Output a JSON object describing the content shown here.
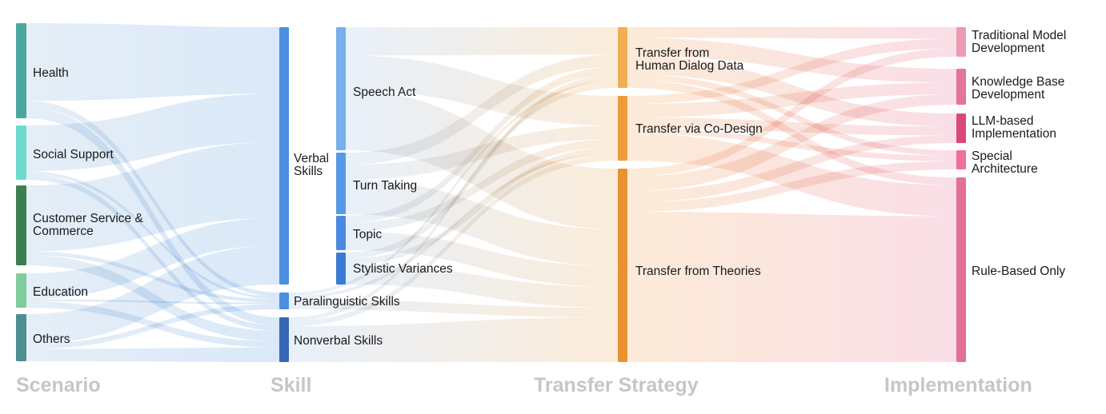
{
  "columns": [
    {
      "id": "scenario",
      "title": "Scenario"
    },
    {
      "id": "skill",
      "title": "Skill"
    },
    {
      "id": "transfer",
      "title": "Transfer Strategy"
    },
    {
      "id": "implementation",
      "title": "Implementation"
    }
  ],
  "nodes": {
    "health": {
      "lines": [
        "Health"
      ],
      "color": "#4aa8a0"
    },
    "social": {
      "lines": [
        "Social Support"
      ],
      "color": "#6ddbcc"
    },
    "customer": {
      "lines": [
        "Customer Service &",
        "Commerce"
      ],
      "color": "#3d7f4e"
    },
    "education": {
      "lines": [
        "Education"
      ],
      "color": "#7fcc9c"
    },
    "others": {
      "lines": [
        "Others"
      ],
      "color": "#4e8f91"
    },
    "verbal": {
      "lines": [
        "Verbal",
        "Skills"
      ],
      "color": "#4a8fe0"
    },
    "speech": {
      "lines": [
        "Speech Act"
      ],
      "color": "#77b0ea"
    },
    "turn": {
      "lines": [
        "Turn Taking"
      ],
      "color": "#5899e2"
    },
    "topic": {
      "lines": [
        "Topic"
      ],
      "color": "#4a8ae0"
    },
    "stylistic": {
      "lines": [
        "Stylistic Variances"
      ],
      "color": "#3c7bd2"
    },
    "para": {
      "lines": [
        "Paralinguistic Skills"
      ],
      "color": "#4a8fe0"
    },
    "nonverbal": {
      "lines": [
        "Nonverbal Skills"
      ],
      "color": "#3567b7"
    },
    "human": {
      "lines": [
        "Transfer from",
        "Human Dialog Data"
      ],
      "color": "#f2ae52"
    },
    "codesign": {
      "lines": [
        "Transfer via Co-Design"
      ],
      "color": "#ef9b3a"
    },
    "theories": {
      "lines": [
        "Transfer from Theories"
      ],
      "color": "#ea9232"
    },
    "traditional": {
      "lines": [
        "Traditional Model",
        "Development"
      ],
      "color": "#ec9bb2"
    },
    "kb": {
      "lines": [
        "Knowledge Base",
        "Development"
      ],
      "color": "#e27598"
    },
    "llm": {
      "lines": [
        "LLM-based",
        "Implementation"
      ],
      "color": "#d94878"
    },
    "special": {
      "lines": [
        "Special",
        "Architecture"
      ],
      "color": "#ef6f96"
    },
    "rule": {
      "lines": [
        "Rule-Based Only"
      ],
      "color": "#e2709a"
    }
  },
  "links": [
    [
      "health",
      "verbal",
      58
    ],
    [
      "health",
      "para",
      5
    ],
    [
      "health",
      "nonverbal",
      8
    ],
    [
      "social",
      "verbal",
      42
    ],
    [
      "social",
      "para",
      3
    ],
    [
      "social",
      "nonverbal",
      5
    ],
    [
      "customer",
      "verbal",
      66
    ],
    [
      "customer",
      "para",
      4
    ],
    [
      "customer",
      "nonverbal",
      10
    ],
    [
      "education",
      "verbal",
      24
    ],
    [
      "education",
      "para",
      2
    ],
    [
      "education",
      "nonverbal",
      6
    ],
    [
      "others",
      "verbal",
      34
    ],
    [
      "others",
      "para",
      6
    ],
    [
      "others",
      "nonverbal",
      14
    ],
    [
      "speech",
      "human",
      18
    ],
    [
      "speech",
      "codesign",
      22
    ],
    [
      "speech",
      "theories",
      38
    ],
    [
      "turn",
      "human",
      8
    ],
    [
      "turn",
      "codesign",
      10
    ],
    [
      "turn",
      "theories",
      23
    ],
    [
      "topic",
      "human",
      5
    ],
    [
      "topic",
      "codesign",
      6
    ],
    [
      "topic",
      "theories",
      13
    ],
    [
      "stylistic",
      "human",
      4
    ],
    [
      "stylistic",
      "codesign",
      4
    ],
    [
      "stylistic",
      "theories",
      13
    ],
    [
      "para",
      "human",
      2
    ],
    [
      "para",
      "codesign",
      2
    ],
    [
      "para",
      "theories",
      6
    ],
    [
      "nonverbal",
      "human",
      3
    ],
    [
      "nonverbal",
      "codesign",
      4
    ],
    [
      "nonverbal",
      "theories",
      28
    ],
    [
      "human",
      "traditional",
      7
    ],
    [
      "human",
      "kb",
      12
    ],
    [
      "human",
      "llm",
      12
    ],
    [
      "human",
      "special",
      4
    ],
    [
      "human",
      "rule",
      5
    ],
    [
      "codesign",
      "traditional",
      6
    ],
    [
      "codesign",
      "kb",
      10
    ],
    [
      "codesign",
      "llm",
      8
    ],
    [
      "codesign",
      "special",
      4
    ],
    [
      "codesign",
      "rule",
      20
    ],
    [
      "theories",
      "traditional",
      5
    ],
    [
      "theories",
      "kb",
      9
    ],
    [
      "theories",
      "llm",
      7
    ],
    [
      "theories",
      "special",
      6
    ],
    [
      "theories",
      "rule",
      94
    ]
  ]
}
